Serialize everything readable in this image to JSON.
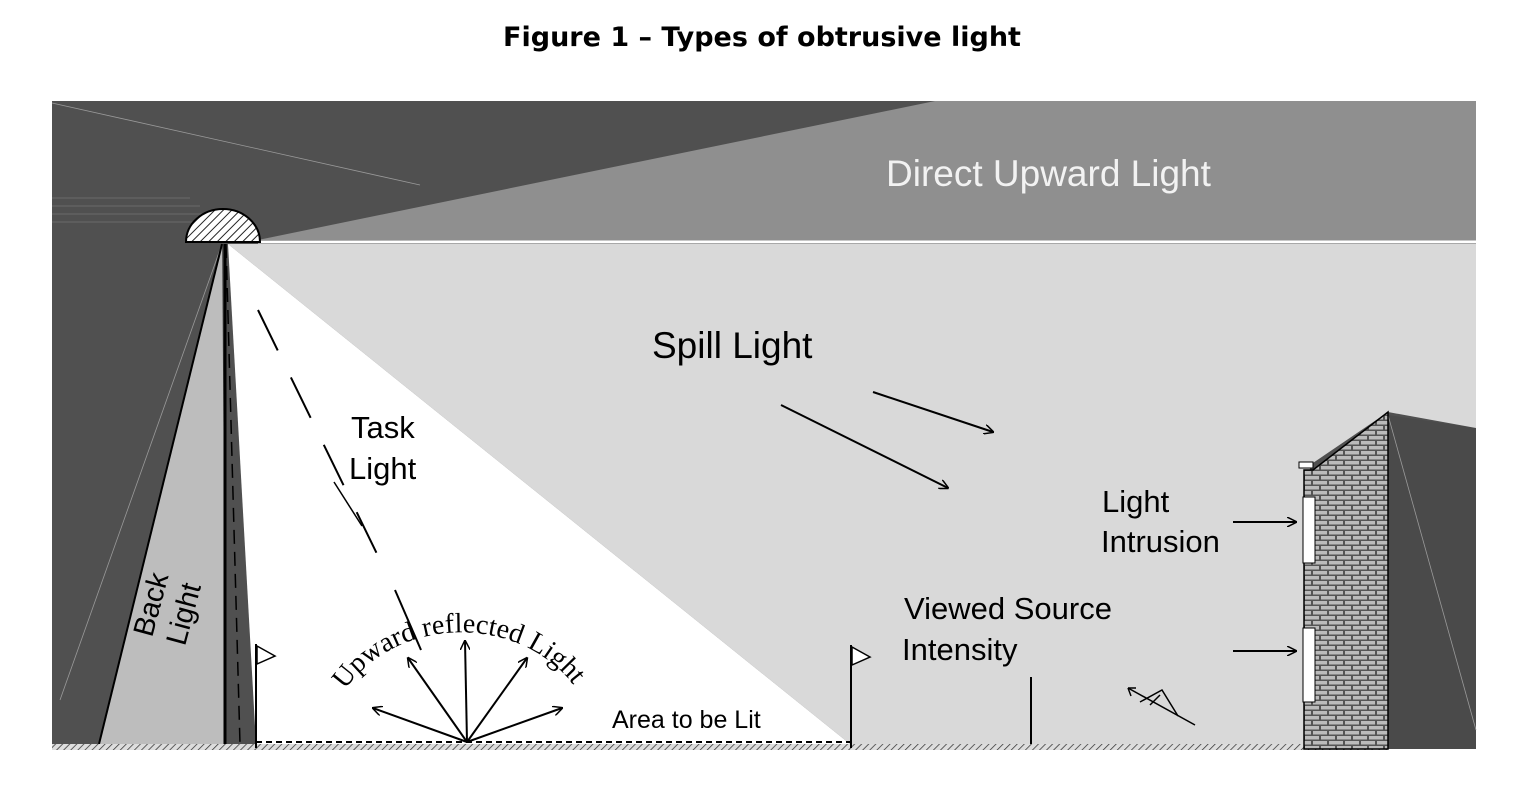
{
  "figure": {
    "title": "Figure 1 – Types of obtrusive light"
  },
  "labels": {
    "direct_upward_light": "Direct Upward Light",
    "spill_light": "Spill Light",
    "task_light_line1": "Task",
    "task_light_line2": "Light",
    "back_light_line1": "Back",
    "back_light_line2": "Light",
    "upward_reflected_light": "Upward reflected Light",
    "area_to_be_lit": "Area to be Lit",
    "light_intrusion_line1": "Light",
    "light_intrusion_line2": "Intrusion",
    "viewed_source_line1": "Viewed Source",
    "viewed_source_line2": "Intensity"
  },
  "colors": {
    "sky_dark": "#505050",
    "upward_band": "#8f8f8f",
    "spill_region": "#d9d9d9",
    "task_region": "#ffffff",
    "back_light_region": "#bdbdbd",
    "right_building": "#4a4a4a"
  },
  "icons": [
    "luminaire-hatched-dome",
    "flag",
    "eye-viewer",
    "brick-building"
  ]
}
